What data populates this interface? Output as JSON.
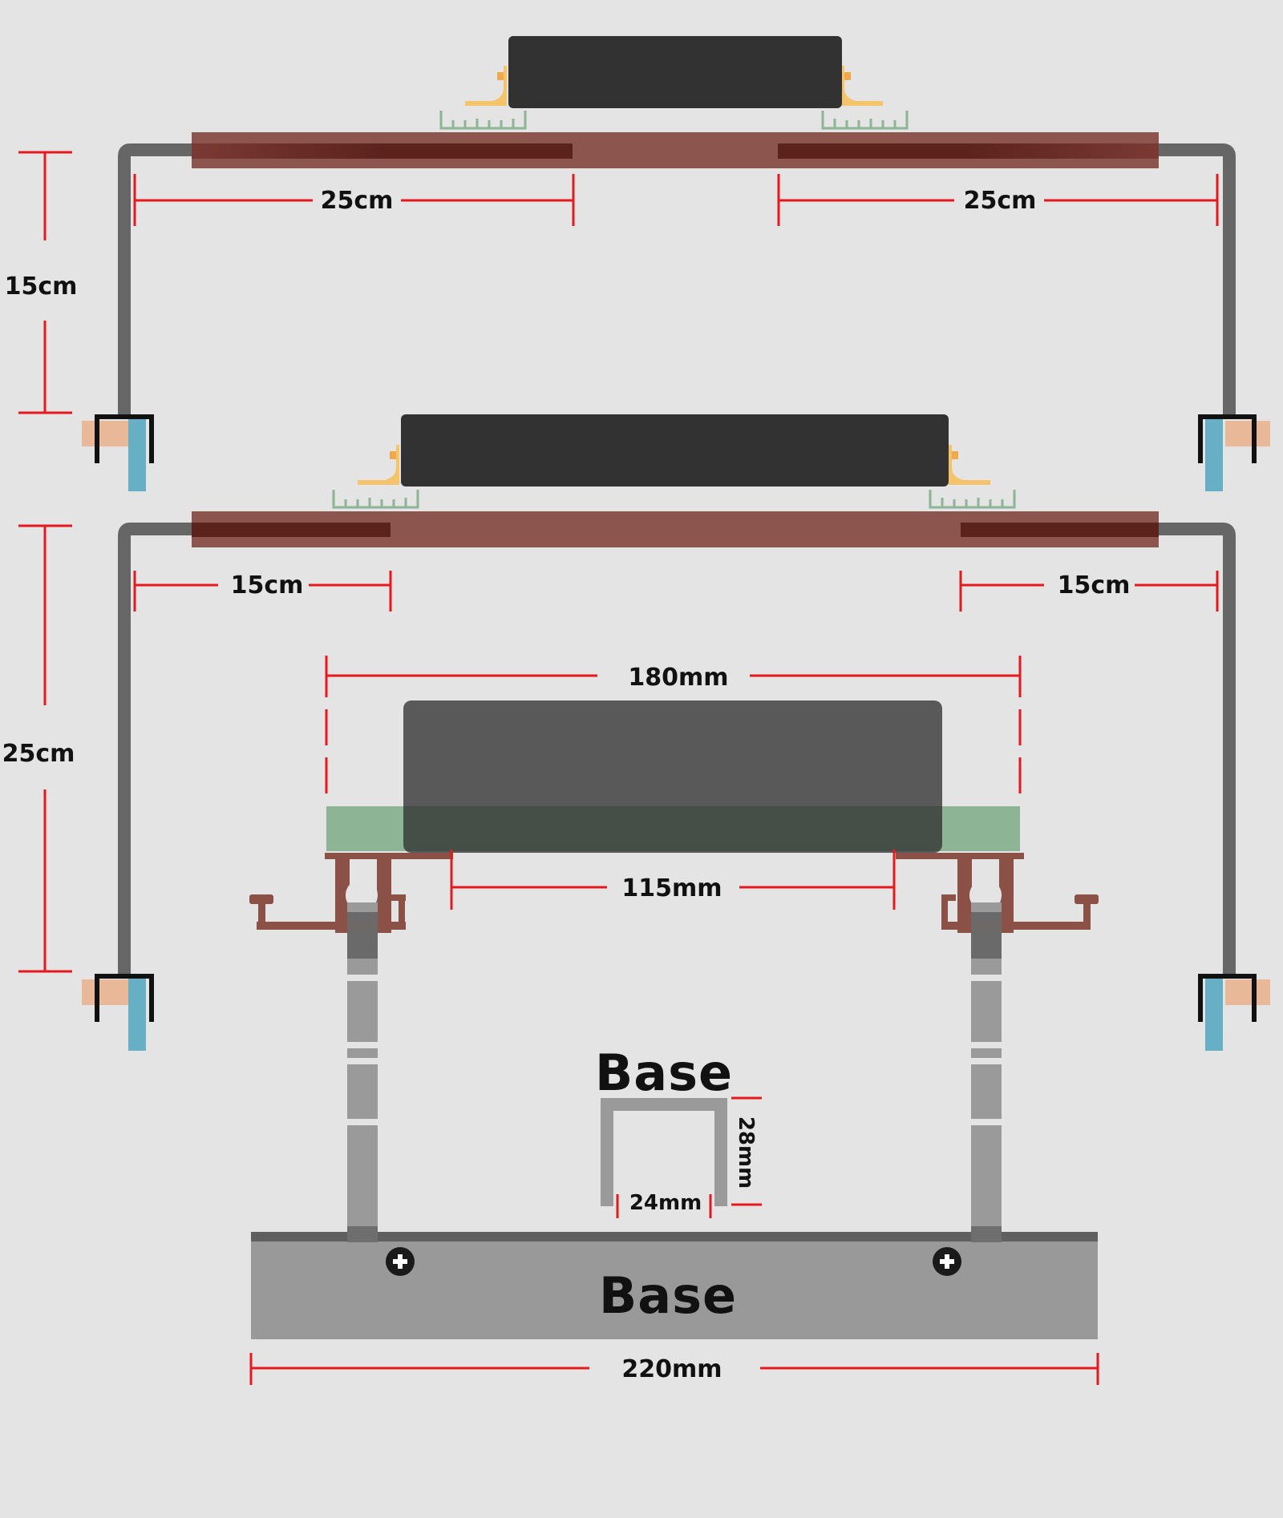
{
  "colors": {
    "background": "#e4e4e4",
    "dimension_line": "#e8191e",
    "frame_bar": "#8c564e",
    "frame_bar_dark": "#5c231d",
    "device": "#323232",
    "device_translucent": "#4a4a4a",
    "pcb_green": "#8db494",
    "bracket": "#8b5147",
    "rod": "#707070",
    "pole": "#9a9a9a",
    "base": "#999999",
    "clamp_blue": "#66afc4",
    "clamp_peach": "#e9b898",
    "foot_orange": "#f5c46a"
  },
  "icons": [
    "screw-icon",
    "screw-icon"
  ],
  "labels": {
    "top_left_span": "25cm",
    "top_right_span": "25cm",
    "top_height": "15cm",
    "mid_left_span": "15cm",
    "mid_right_span": "15cm",
    "mid_height": "25cm",
    "pcb_width": "180mm",
    "device_width": "115mm",
    "base_channel_title": "Base",
    "channel_height": "28mm",
    "channel_width": "24mm",
    "base_label": "Base",
    "base_width": "220mm"
  }
}
